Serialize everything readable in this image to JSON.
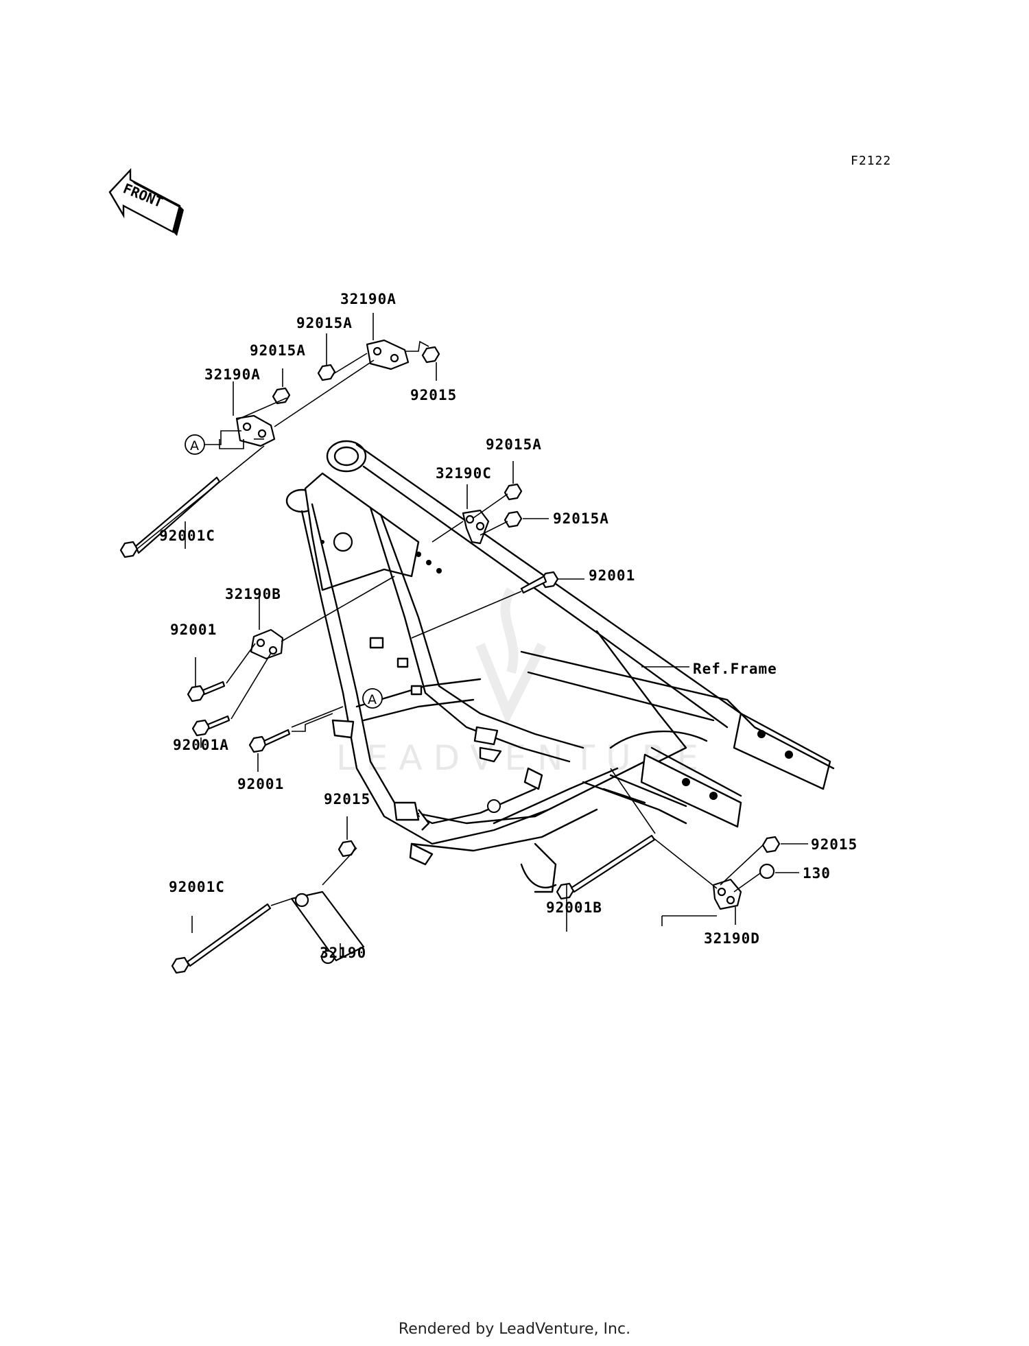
{
  "figure": {
    "code": "F2122",
    "front_label": "FRONT"
  },
  "callouts": [
    {
      "id": "c1",
      "text": "32190A"
    },
    {
      "id": "c2",
      "text": "92015A"
    },
    {
      "id": "c3",
      "text": "92015A"
    },
    {
      "id": "c4",
      "text": "32190A"
    },
    {
      "id": "c5",
      "text": "92015"
    },
    {
      "id": "c6",
      "text": "92001C"
    },
    {
      "id": "c7",
      "text": "92015A"
    },
    {
      "id": "c8",
      "text": "32190C"
    },
    {
      "id": "c9",
      "text": "92015A"
    },
    {
      "id": "c10",
      "text": "92001"
    },
    {
      "id": "c11",
      "text": "32190B"
    },
    {
      "id": "c12",
      "text": "92001"
    },
    {
      "id": "c13",
      "text": "92001A"
    },
    {
      "id": "c14",
      "text": "92001"
    },
    {
      "id": "c15",
      "text": "Ref.Frame"
    },
    {
      "id": "c16",
      "text": "92015"
    },
    {
      "id": "c17",
      "text": "92001C"
    },
    {
      "id": "c18",
      "text": "32190"
    },
    {
      "id": "c19",
      "text": "92015"
    },
    {
      "id": "c20",
      "text": "130"
    },
    {
      "id": "c21",
      "text": "92001B"
    },
    {
      "id": "c22",
      "text": "32190D"
    }
  ],
  "reference_markers": [
    "A",
    "A"
  ],
  "watermark": "LEADVENTURE",
  "footer": "Rendered by LeadVenture, Inc."
}
